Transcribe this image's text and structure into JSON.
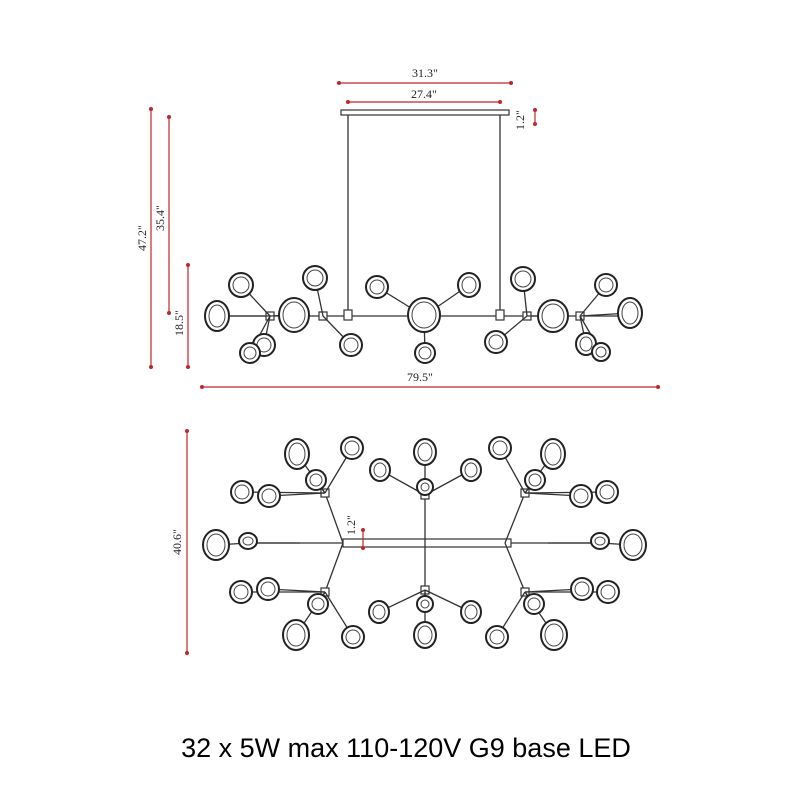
{
  "dimensions": {
    "top_canopy_width": "31.3\"",
    "inner_canopy_width": "27.4\"",
    "canopy_height": "1.2\"",
    "total_height": "47.2\"",
    "drop_height": "35.4\"",
    "fixture_height": "18.5\"",
    "fixture_length": "79.5\"",
    "fixture_depth": "40.6\"",
    "center_bar_height": "1.2\""
  },
  "caption": "32 x 5W max 110-120V G9 base LED",
  "colors": {
    "dimension_line": "#c0262b",
    "structure": "#333333"
  }
}
